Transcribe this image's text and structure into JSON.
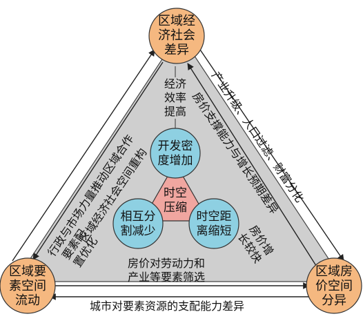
{
  "nodes": {
    "top": [
      "区域经",
      "济社会",
      "差异"
    ],
    "left": [
      "区域要",
      "素空间",
      "流动"
    ],
    "right": [
      "区域房",
      "价空间",
      "分异"
    ]
  },
  "inner": {
    "density": [
      "开发密",
      "度增加"
    ],
    "mutual": [
      "相互分",
      "割减少"
    ],
    "distance": [
      "时空距",
      "离缩短"
    ],
    "center": [
      "时空",
      "压缩"
    ]
  },
  "edge_labels": {
    "left_outer": "行政与市场力量推动区域合作",
    "left_inner": "区域经济社会空间重构",
    "right_outer": "产业升级、人口过滤、财富分化",
    "right_inner": "房价支撑能力与增长预期差异",
    "bottom_outer": "城市对要素资源的支配能力差异",
    "bottom_inner": [
      "房价对劳动力和",
      "产业等要素筛选"
    ],
    "top_vertical": [
      "经济",
      "效率",
      "提高"
    ],
    "left_vertical": [
      [
        "要素配",
        "置优化"
      ]
    ],
    "right_vertical": [
      "房价增",
      "长较快"
    ]
  },
  "colors": {
    "node_fill": "#f5b880",
    "inner_fill": "#8ed0e2",
    "center_fill": "#f0a6a0",
    "triangle_fill": "#cfcfcf",
    "stroke": "#222222"
  }
}
